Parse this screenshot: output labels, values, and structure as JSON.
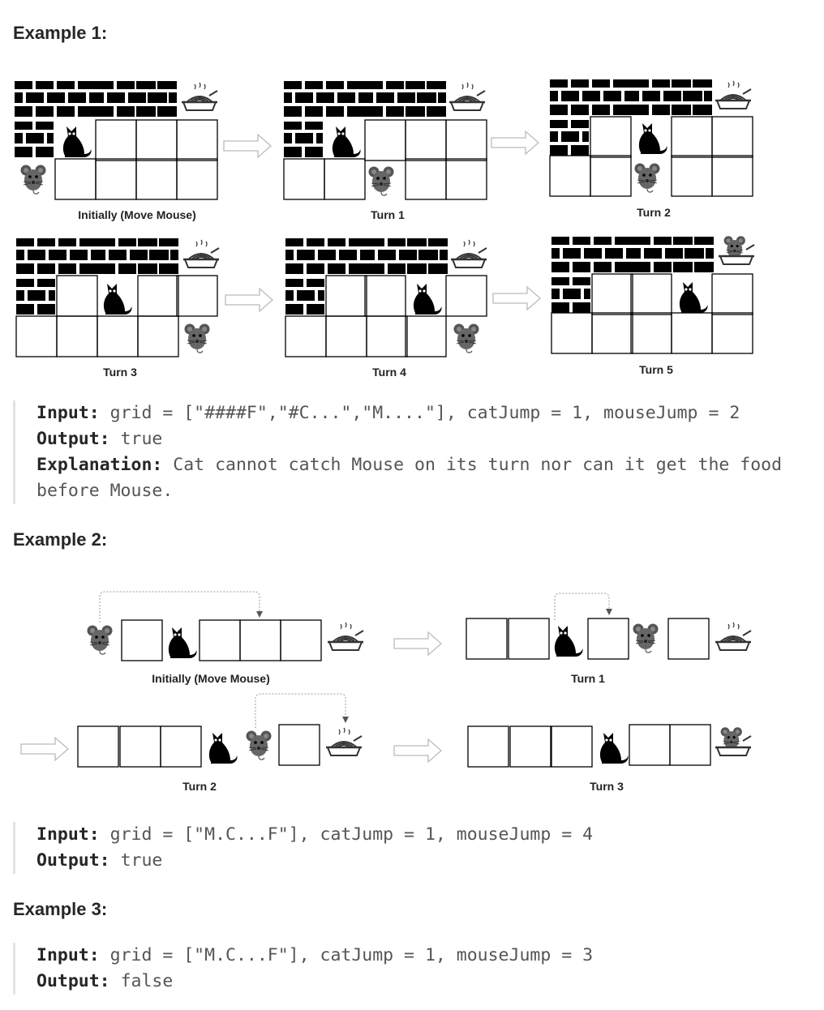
{
  "examples": [
    {
      "heading": "Example 1:",
      "panels": [
        {
          "caption": "Initially (Move Mouse)"
        },
        {
          "caption": "Turn 1"
        },
        {
          "caption": "Turn 2"
        },
        {
          "caption": "Turn 3"
        },
        {
          "caption": "Turn 4"
        },
        {
          "caption": "Turn 5"
        }
      ],
      "input_label": "Input:",
      "input_value": "grid = [\"####F\",\"#C...\",\"M....\"], catJump = 1, mouseJump = 2",
      "output_label": "Output:",
      "output_value": "true",
      "explanation_label": "Explanation:",
      "explanation_value": "Cat cannot catch Mouse on its turn nor can it get the food",
      "explanation_value_2": "before Mouse."
    },
    {
      "heading": "Example 2:",
      "panels": [
        {
          "caption": "Initially (Move Mouse)"
        },
        {
          "caption": "Turn 1"
        },
        {
          "caption": "Turn 2"
        },
        {
          "caption": "Turn 3"
        }
      ],
      "input_label": "Input:",
      "input_value": "grid = [\"M.C...F\"], catJump = 1, mouseJump = 4",
      "output_label": "Output:",
      "output_value": "true"
    },
    {
      "heading": "Example 3:",
      "input_label": "Input:",
      "input_value": "grid = [\"M.C...F\"], catJump = 1, mouseJump = 3",
      "output_label": "Output:",
      "output_value": "false"
    }
  ]
}
